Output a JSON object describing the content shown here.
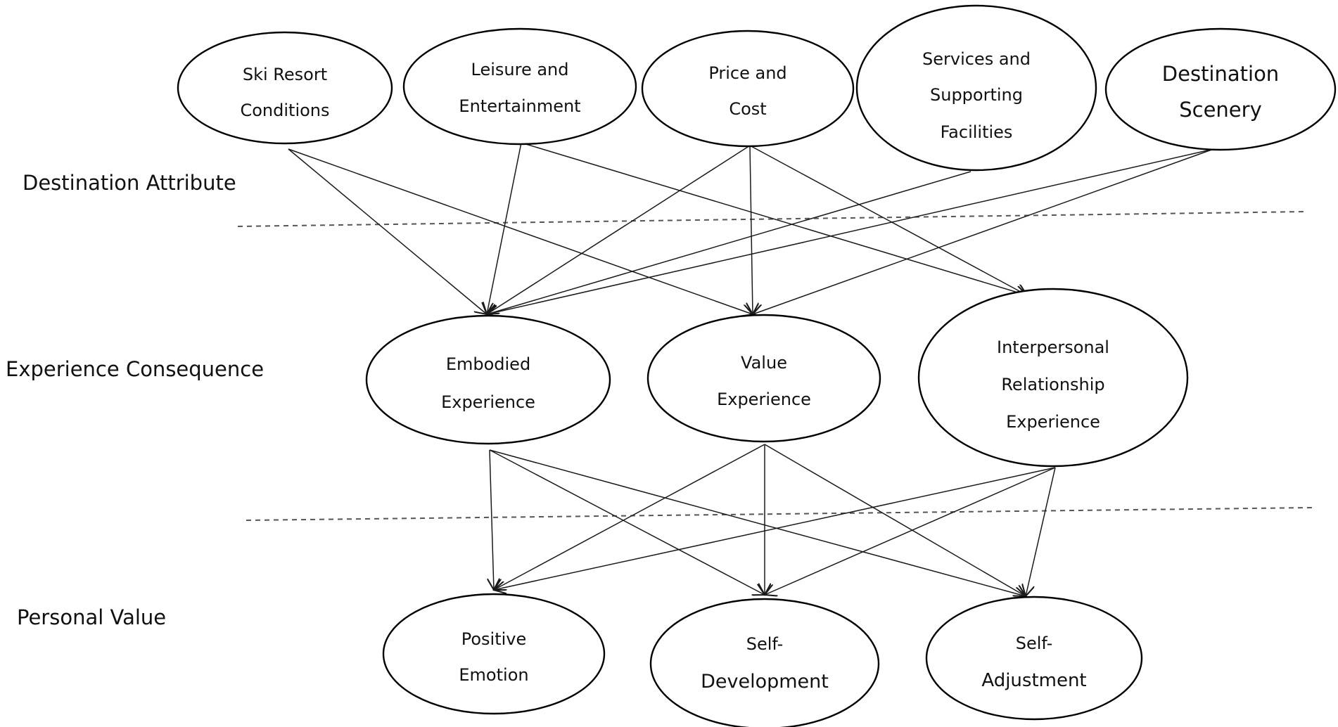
{
  "levels": {
    "destination_attribute": "Destination Attribute",
    "experience_consequence": "Experience Consequence",
    "personal_value": "Personal Value"
  },
  "nodes": {
    "ski_resort_conditions": [
      "Ski Resort",
      "Conditions"
    ],
    "leisure_entertainment": [
      "Leisure and",
      "Entertainment"
    ],
    "price_cost": [
      "Price and",
      "Cost"
    ],
    "services_facilities": [
      "Services and",
      "Supporting",
      "Facilities"
    ],
    "destination_scenery": [
      "Destination",
      "Scenery"
    ],
    "embodied_experience": [
      "Embodied",
      "Experience"
    ],
    "value_experience": [
      "Value",
      "Experience"
    ],
    "interpersonal_experience": [
      "Interpersonal",
      "Relationship",
      "Experience"
    ],
    "positive_emotion": [
      "Positive",
      "Emotion"
    ],
    "self_development": [
      "Self-",
      "Development"
    ],
    "self_adjustment": [
      "Self-",
      "Adjustment"
    ]
  },
  "edges": [
    [
      "ski_resort_conditions",
      "embodied_experience"
    ],
    [
      "ski_resort_conditions",
      "value_experience"
    ],
    [
      "leisure_entertainment",
      "embodied_experience"
    ],
    [
      "leisure_entertainment",
      "interpersonal_experience"
    ],
    [
      "price_cost",
      "embodied_experience"
    ],
    [
      "price_cost",
      "value_experience"
    ],
    [
      "price_cost",
      "interpersonal_experience"
    ],
    [
      "services_facilities",
      "embodied_experience"
    ],
    [
      "destination_scenery",
      "embodied_experience"
    ],
    [
      "destination_scenery",
      "value_experience"
    ],
    [
      "embodied_experience",
      "positive_emotion"
    ],
    [
      "embodied_experience",
      "self_development"
    ],
    [
      "embodied_experience",
      "self_adjustment"
    ],
    [
      "value_experience",
      "positive_emotion"
    ],
    [
      "value_experience",
      "self_development"
    ],
    [
      "value_experience",
      "self_adjustment"
    ],
    [
      "interpersonal_experience",
      "positive_emotion"
    ],
    [
      "interpersonal_experience",
      "self_development"
    ],
    [
      "interpersonal_experience",
      "self_adjustment"
    ]
  ]
}
